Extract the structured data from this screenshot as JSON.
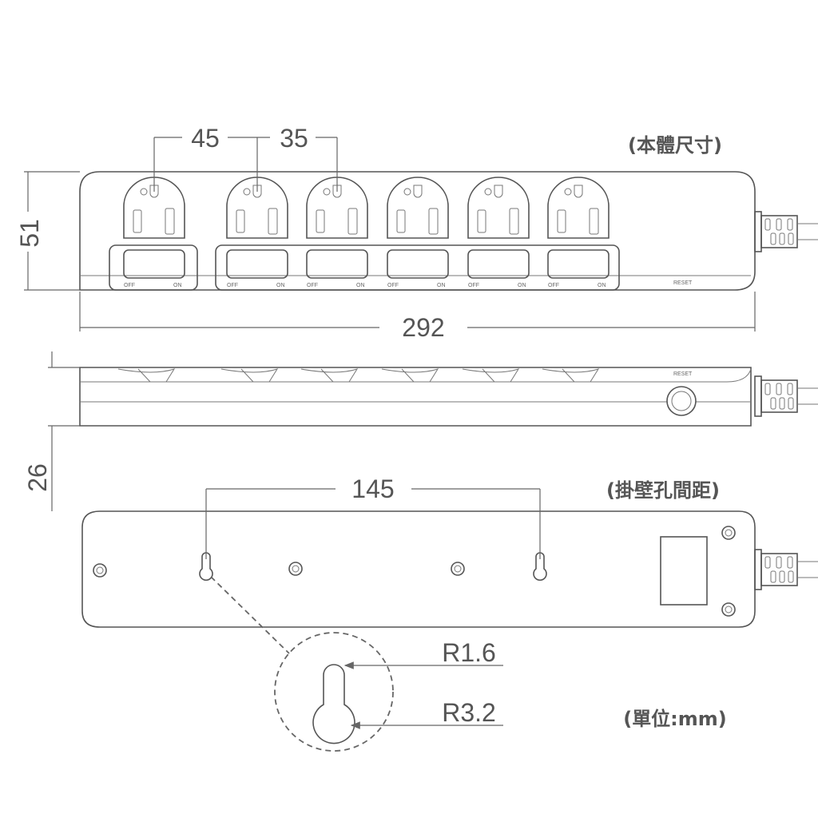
{
  "labels": {
    "body_size": "(本體尺寸)",
    "hole_spacing": "(掛壁孔間距)",
    "unit": "(單位:mm)"
  },
  "dimensions": {
    "outlet_spacing_a": "45",
    "outlet_spacing_b": "35",
    "height": "51",
    "length": "292",
    "thickness": "26",
    "hole_distance": "145",
    "slot_radius": "R1.6",
    "hole_radius": "R3.2"
  },
  "switch": {
    "off": "OFF",
    "on": "ON"
  },
  "reset": "RESET",
  "outlet_count": 6
}
